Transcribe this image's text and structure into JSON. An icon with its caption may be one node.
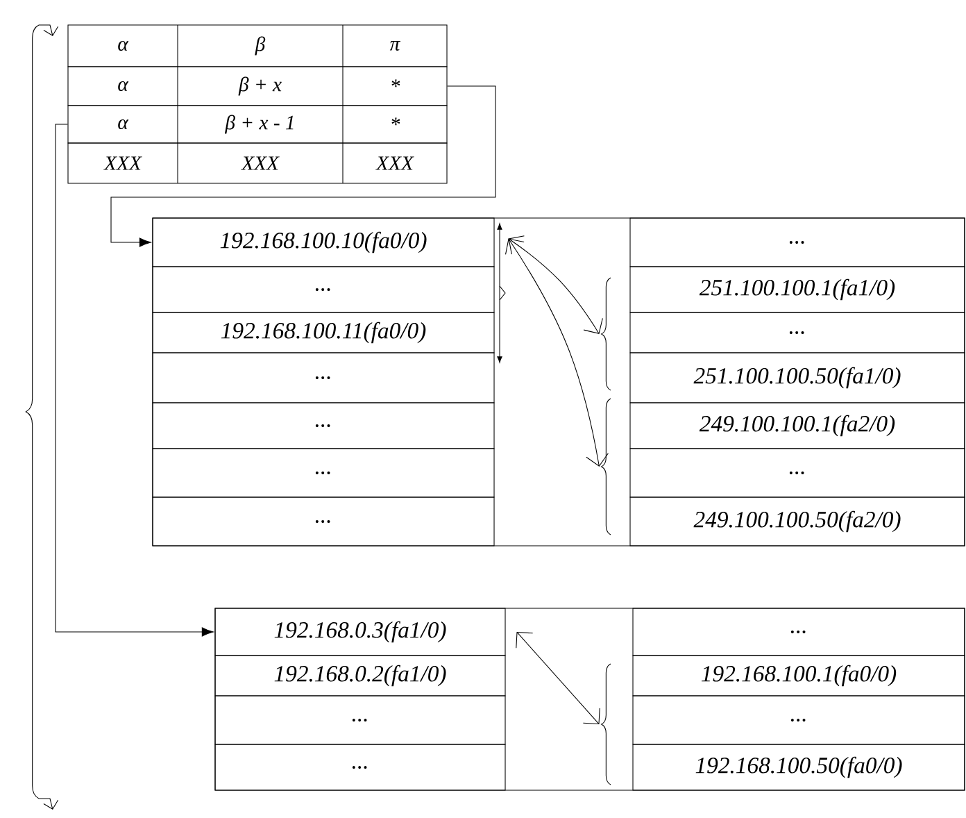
{
  "diagram": {
    "nodes": [
      {
        "text": [
          "α",
          "β",
          "π"
        ]
      },
      {
        "text": [
          "α",
          "β + x",
          "*"
        ]
      },
      {
        "text": [
          "α",
          "β + x - 1",
          "*"
        ]
      },
      {
        "text": [
          "XXX",
          "XXX",
          "XXX"
        ]
      },
      {
        "text": [
          "192.168.100.10(fa0/0)"
        ]
      },
      {
        "text": [
          "..."
        ]
      },
      {
        "text": [
          "192.168.100.11(fa0/0)"
        ]
      },
      {
        "text": [
          "..."
        ]
      },
      {
        "text": [
          "..."
        ]
      },
      {
        "text": [
          "..."
        ]
      },
      {
        "text": [
          "..."
        ]
      },
      {
        "text": [],
        "shape": "bracket"
      },
      {
        "text": [],
        "shape": "brace"
      },
      {
        "text": [],
        "shape": "brace"
      },
      {
        "text": [
          "..."
        ]
      },
      {
        "text": [
          "251.100.100.1(fa1/0)"
        ]
      },
      {
        "text": [
          "..."
        ]
      },
      {
        "text": [
          "251.100.100.50(fa1/0)"
        ]
      },
      {
        "text": [
          "249.100.100.1(fa2/0)"
        ]
      },
      {
        "text": [
          "..."
        ]
      },
      {
        "text": [
          "249.100.100.50(fa2/0)"
        ]
      },
      {
        "text": [
          "192.168.0.3(fa1/0)"
        ]
      },
      {
        "text": [
          "192.168.0.2(fa1/0)"
        ]
      },
      {
        "text": [
          "..."
        ]
      },
      {
        "text": [
          "..."
        ]
      },
      {
        "text": [],
        "shape": "brace"
      },
      {
        "text": [
          "..."
        ]
      },
      {
        "text": [
          "192.168.100.1(fa0/0)"
        ]
      },
      {
        "text": [
          "..."
        ]
      },
      {
        "text": [
          "192.168.100.50(fa0/0)"
        ]
      }
    ],
    "edges": [
      {
        "from": 1,
        "to": 4,
        "arrow": "to"
      },
      {
        "from": 2,
        "to": 21,
        "arrow": "to"
      },
      {
        "from": 11,
        "to": 12,
        "arrow": "both"
      },
      {
        "from": 11,
        "to": 13,
        "arrow": "both"
      },
      {
        "from": 21,
        "to": 25,
        "arrow": "both"
      }
    ]
  }
}
